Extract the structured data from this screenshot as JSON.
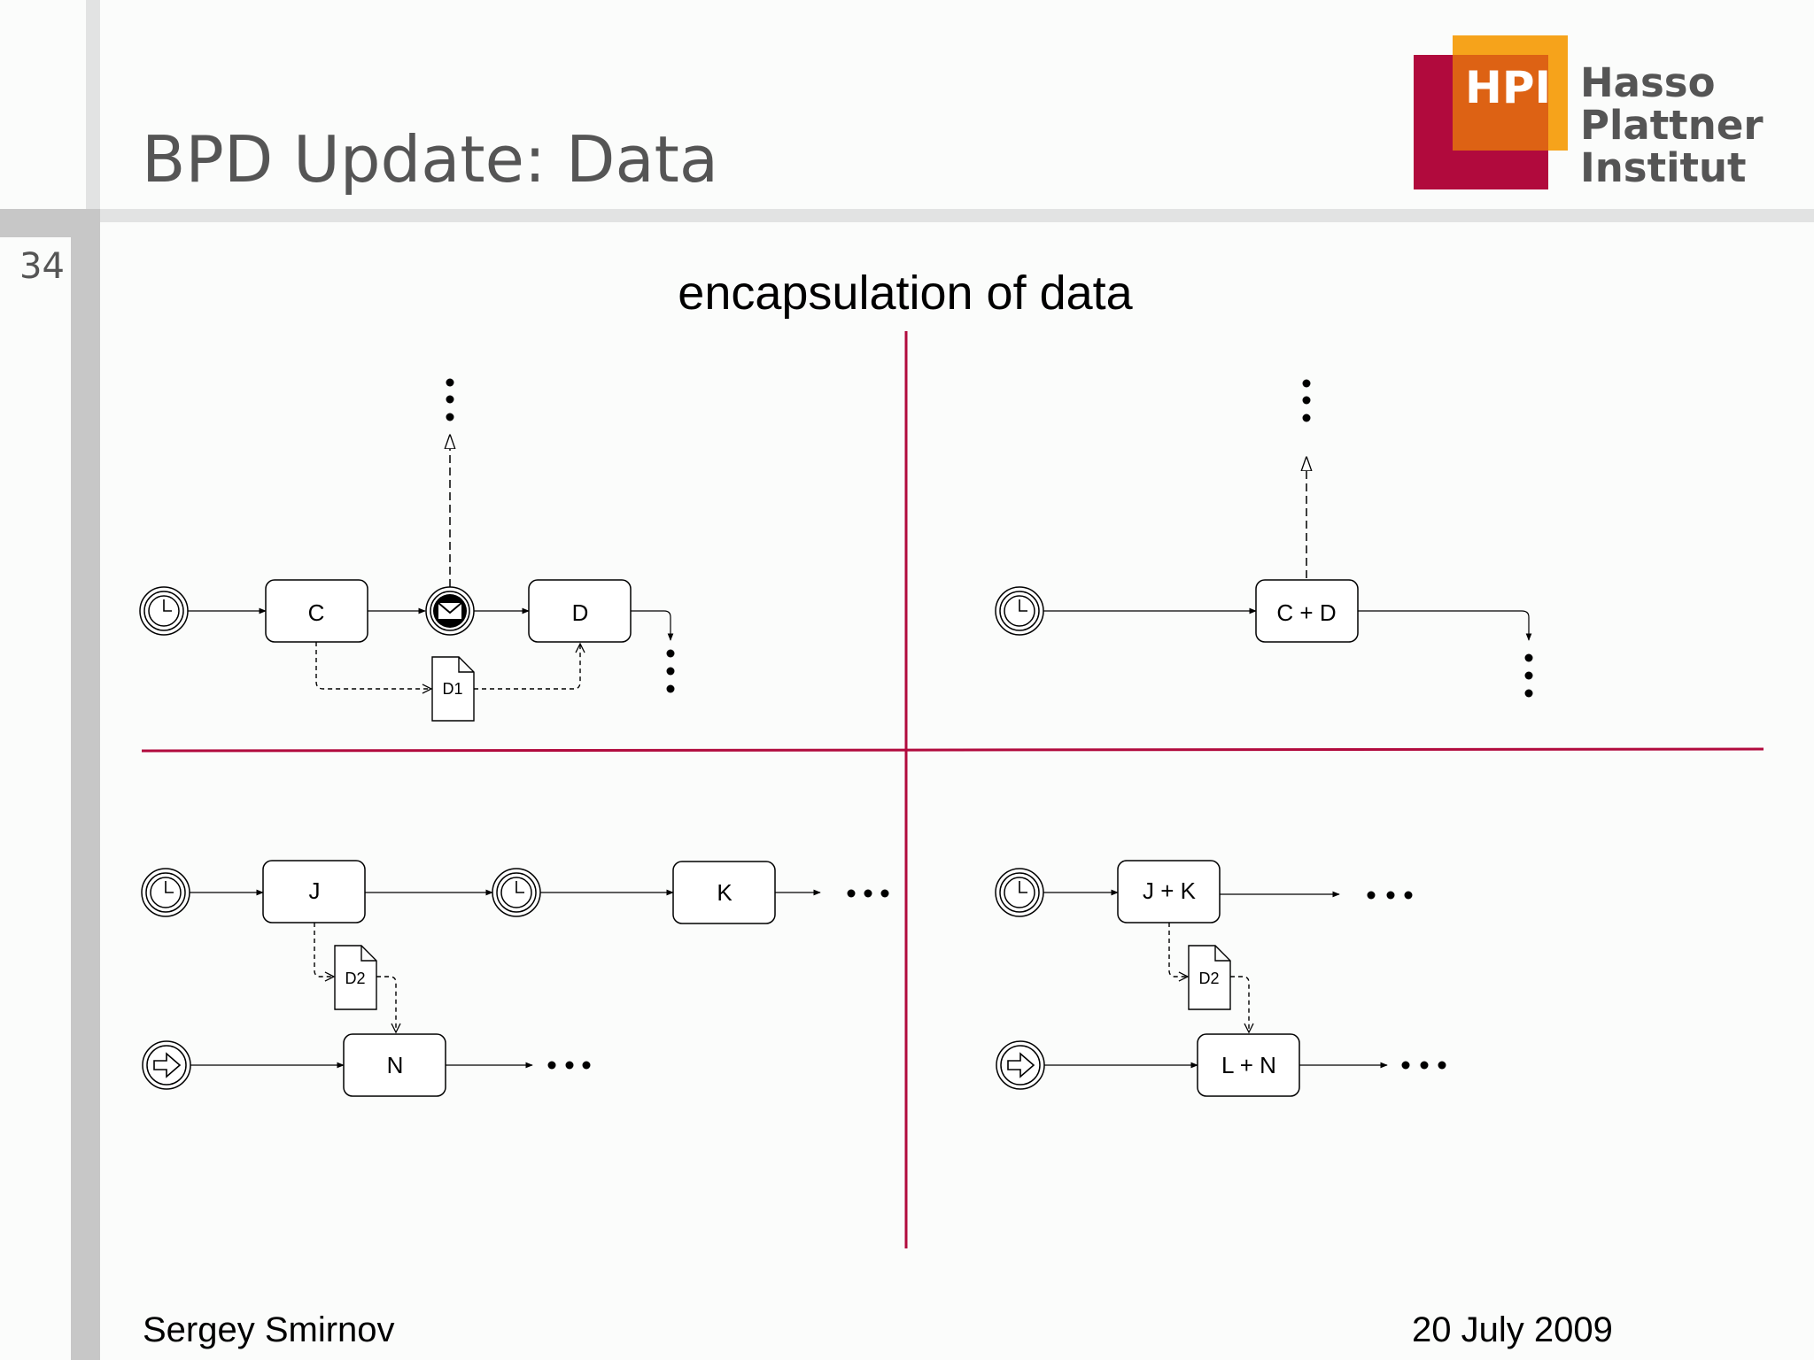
{
  "slide": {
    "page_number": "34",
    "title": "BPD Update: Data",
    "subtitle": "encapsulation of data",
    "author": "Sergey Smirnov",
    "date": "20 July 2009"
  },
  "logo": {
    "abbrev": "HPI",
    "line1": "Hasso",
    "line2": "Plattner",
    "line3": "Institut"
  },
  "colors": {
    "divider": "#b10a3d",
    "logo_red": "#b10a3d",
    "logo_orange": "#f6a31b",
    "logo_dark_orange": "#dd6214"
  },
  "diagram": {
    "q1": {
      "task_c": "C",
      "task_d": "D",
      "data": "D1",
      "events": [
        "timer-start",
        "message-intermediate"
      ]
    },
    "q2": {
      "task": "C + D",
      "events": [
        "timer-start"
      ]
    },
    "q3": {
      "task_j": "J",
      "task_k": "K",
      "task_n": "N",
      "data": "D2",
      "events": [
        "timer-start",
        "timer-intermediate",
        "link-start"
      ]
    },
    "q4": {
      "task_jk": "J + K",
      "task_ln": "L + N",
      "data": "D2",
      "events": [
        "timer-start",
        "link-start"
      ]
    }
  }
}
